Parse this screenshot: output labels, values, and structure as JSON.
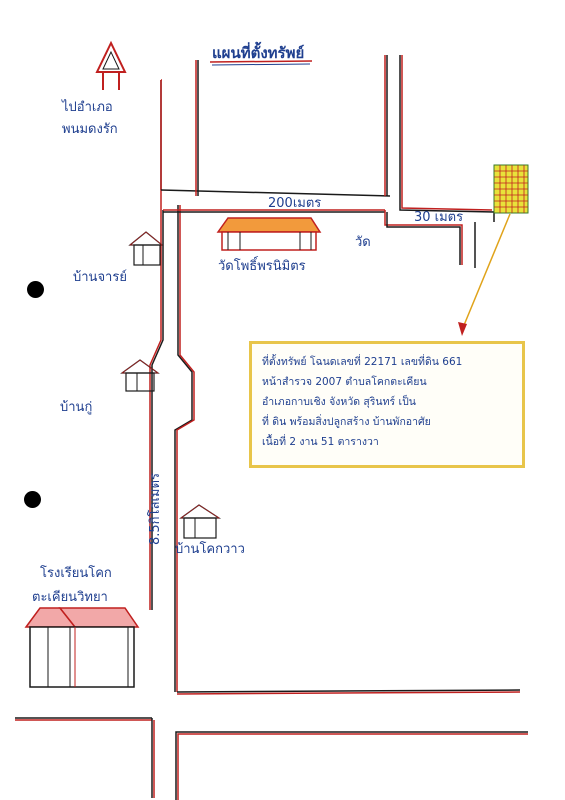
{
  "title": "แผนที่ตั้งทรัพย์",
  "north_label": [
    "ไปอำเภอ",
    "พนมดงรัก"
  ],
  "road_label_top": "200เมตร",
  "road_label_right": "30 เมตร",
  "wat_label": "วัด",
  "temple_label": "วัดโพธิ์พรนิมิตร",
  "village_1": "บ้านจารย์",
  "village_2": "บ้านกู่",
  "village_3": "บ้านโคกวาว",
  "road_distance": "8.5กิโลเมตร",
  "school_label": [
    "โรงเรียนโคก",
    "ตะเคียนวิทยา"
  ],
  "info_lines": [
    "ที่ตั้งทรัพย์ โฉนดเลขที่ 22171 เลขที่ดิน 661",
    "หน้าสำรวจ 2007 ตำบลโคกตะเคียน",
    "อำเภอกาบเชิง จังหวัด สุรินทร์ เป็น",
    "ที่ ดิน พร้อมสิ่งปลูกสร้าง บ้านพักอาศัย",
    "เนื้อที่ 2 งาน 51 ตารางวา"
  ],
  "colors": {
    "ink_blue": "#1f3f8f",
    "road_black": "#1a1a1a",
    "road_red": "#c0201f",
    "highlight_yellow": "#e8e23a",
    "temple_orange": "#f29a3c",
    "school_pink": "#f2a8a8",
    "info_border": "#e8c54a"
  },
  "icons": [
    "north-arrow-icon",
    "house-icon",
    "temple-icon",
    "school-icon",
    "plot-grid-icon",
    "hole-punch-icon"
  ]
}
